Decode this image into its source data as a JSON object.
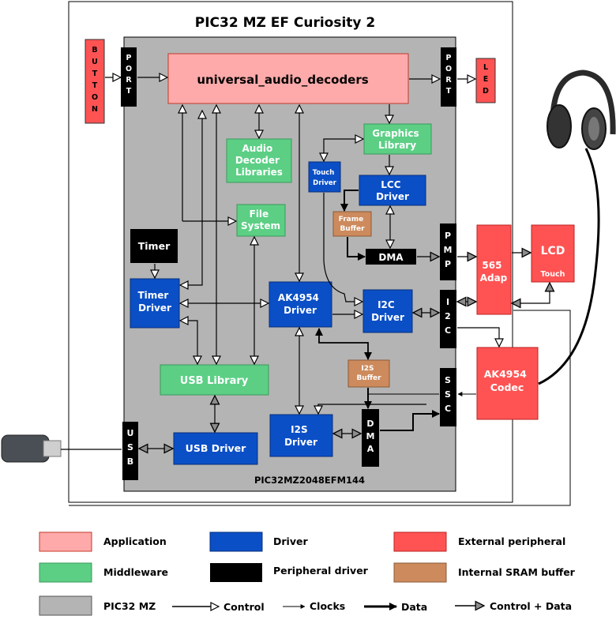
{
  "board_title": "PIC32 MZ EF Curiosity 2",
  "chip_label": "PIC32MZ2048EFM144",
  "ports": {
    "port_in": "PORT",
    "port_out": "PORT",
    "button": "BUTTON",
    "led": "LED",
    "pmp": "PMP",
    "i2c": "I2C",
    "ssc": "SSC",
    "usb": "USB",
    "dma_vertical": "DMA"
  },
  "blocks": {
    "app": "universal_audio_decoders",
    "audio_dec_libs": [
      "Audio",
      "Decoder",
      "Libraries"
    ],
    "graphics_lib": [
      "Graphics",
      "Library"
    ],
    "touch_driver": [
      "Touch",
      "Driver"
    ],
    "lcc_driver": [
      "LCC",
      "Driver"
    ],
    "frame_buffer": [
      "Frame",
      "Buffer"
    ],
    "dma_h": "DMA",
    "file_system": [
      "File",
      "System"
    ],
    "timer": "Timer",
    "timer_driver": [
      "Timer",
      "Driver"
    ],
    "ak4954_driver": [
      "AK4954",
      "Driver"
    ],
    "i2c_driver": [
      "I2C",
      "Driver"
    ],
    "i2s_buffer": [
      "I2S",
      "Buffer"
    ],
    "usb_library": "USB Library",
    "usb_driver": "USB Driver",
    "i2s_driver": [
      "I2S",
      "Driver"
    ],
    "adap_565": [
      "565",
      "Adap"
    ],
    "lcd": "LCD",
    "lcd_touch": "Touch",
    "codec": [
      "AK4954",
      "Codec"
    ]
  },
  "legend": {
    "application": "Application",
    "driver": "Driver",
    "external": "External peripheral",
    "middleware": "Middleware",
    "peripheral_driver": "Peripheral driver",
    "sram": "Internal SRAM buffer",
    "pic32": "PIC32 MZ",
    "control": "Control",
    "clocks": "Clocks",
    "data": "Data",
    "control_data": "Control + Data"
  },
  "colors": {
    "application": "#ffaaaa",
    "middleware": "#5ccf85",
    "driver": "#0b4fc6",
    "external": "#ff5353",
    "peripheral_driver": "#000000",
    "sram": "#cd8a5c",
    "pic32": "#b4b4b4"
  }
}
